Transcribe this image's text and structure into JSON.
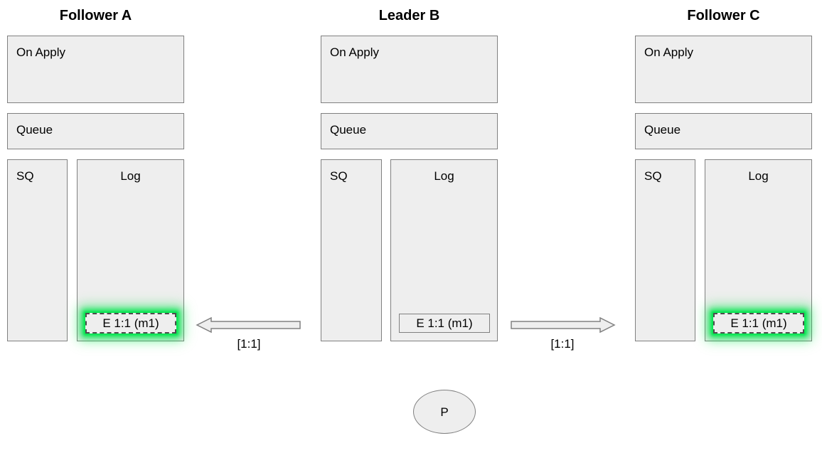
{
  "diagram": {
    "type": "raft-replication-state-diagram",
    "background": "#ffffff",
    "node_fill": "#eeeeee",
    "node_stroke": "#808080",
    "highlight_color": "#00e64d",
    "columns": [
      {
        "id": "follower-a",
        "title": "Follower A",
        "on_apply_label": "On Apply",
        "on_apply_items": [],
        "queue_label": "Queue",
        "queue_items": [],
        "sq_label": "SQ",
        "sq_items": [],
        "log_label": "Log",
        "log_entries": [
          {
            "text": "E 1:1 (m1)",
            "highlighted": true
          }
        ]
      },
      {
        "id": "leader-b",
        "title": "Leader B",
        "on_apply_label": "On Apply",
        "on_apply_items": [],
        "queue_label": "Queue",
        "queue_items": [],
        "sq_label": "SQ",
        "sq_items": [],
        "log_label": "Log",
        "log_entries": [
          {
            "text": "E 1:1 (m1)",
            "highlighted": false
          }
        ]
      },
      {
        "id": "follower-c",
        "title": "Follower C",
        "on_apply_label": "On Apply",
        "on_apply_items": [],
        "queue_label": "Queue",
        "queue_items": [],
        "sq_label": "SQ",
        "sq_items": [],
        "log_label": "Log",
        "log_entries": [
          {
            "text": "E 1:1 (m1)",
            "highlighted": true
          }
        ]
      }
    ],
    "arrows": [
      {
        "id": "leader-to-follower-a",
        "direction": "left",
        "label": "[1:1]"
      },
      {
        "id": "leader-to-follower-c",
        "direction": "right",
        "label": "[1:1]"
      }
    ],
    "client": {
      "id": "client-p",
      "label": "P"
    }
  }
}
